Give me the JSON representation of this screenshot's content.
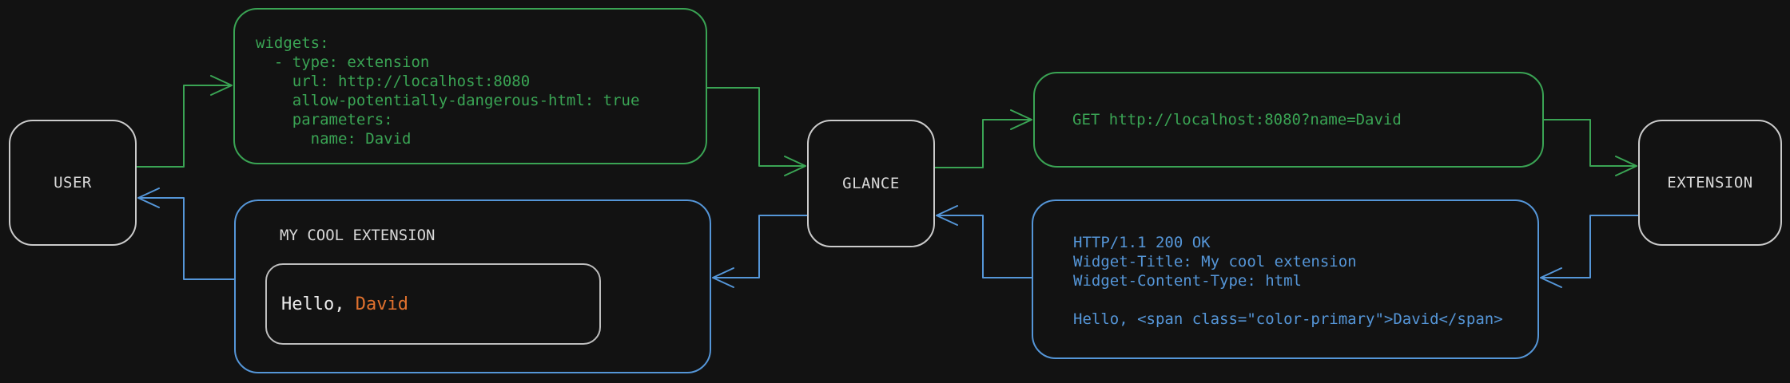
{
  "colors": {
    "background": "#121212",
    "green": "#3aa454",
    "blue": "#5596d8",
    "orange": "#e0712e",
    "node_border": "#cbcbcb",
    "node_text": "#d9d9d9",
    "inner_border": "#bdbdbd",
    "hello_text": "#ececec"
  },
  "nodes": {
    "user": {
      "label": "USER"
    },
    "glance": {
      "label": "GLANCE"
    },
    "extension": {
      "label": "EXTENSION"
    }
  },
  "config_box": {
    "lines": [
      "widgets:",
      "  - type: extension",
      "    url: http://localhost:8080",
      "    allow-potentially-dangerous-html: true",
      "    parameters:",
      "      name: David"
    ]
  },
  "request_box": {
    "text": "GET http://localhost:8080?name=David"
  },
  "response_box": {
    "lines": [
      "HTTP/1.1 200 OK",
      "Widget-Title: My cool extension",
      "Widget-Content-Type: html",
      "",
      "Hello, <span class=\"color-primary\">David</span>"
    ]
  },
  "widget_box": {
    "title": "MY COOL EXTENSION",
    "greeting_prefix": "Hello, ",
    "greeting_name": "David"
  }
}
